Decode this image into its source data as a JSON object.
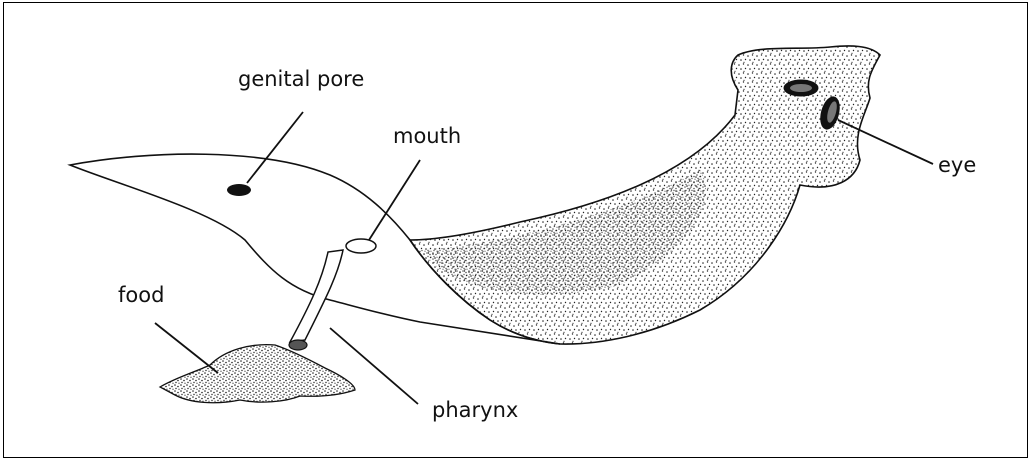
{
  "diagram": {
    "labels": {
      "genital_pore": "genital pore",
      "mouth": "mouth",
      "eye": "eye",
      "food": "food",
      "pharynx": "pharynx"
    },
    "colors": {
      "ink": "#111111",
      "stipple": "#222222",
      "background": "#ffffff"
    }
  }
}
